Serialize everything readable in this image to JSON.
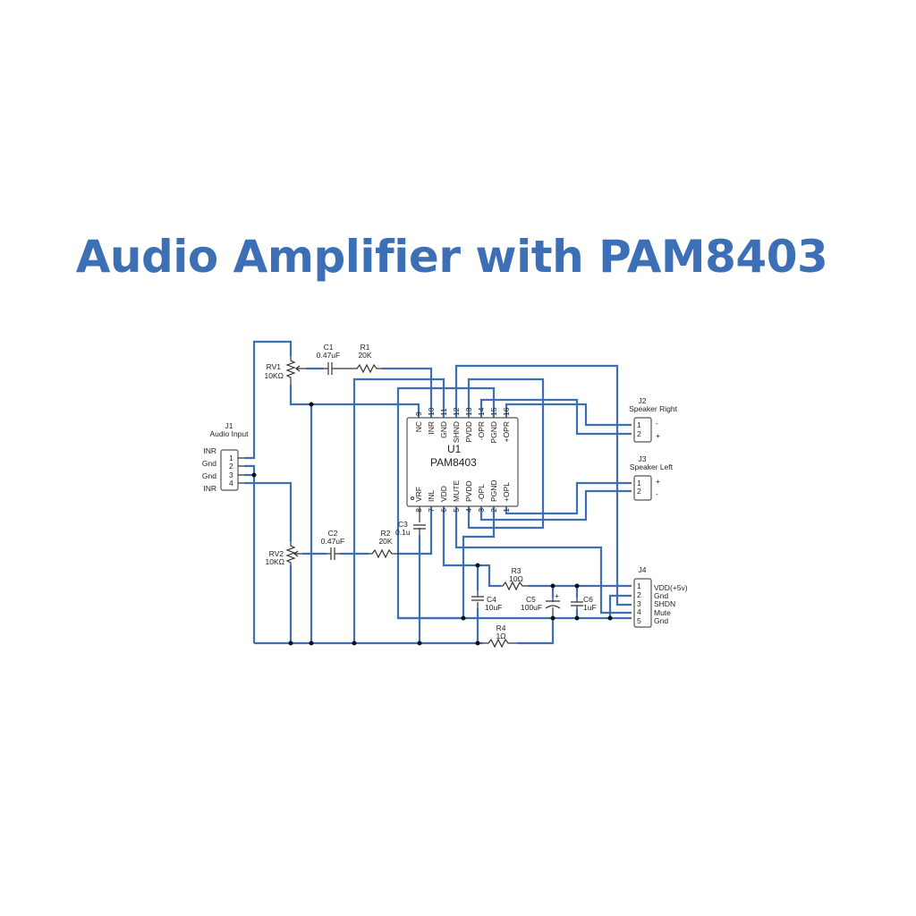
{
  "title": "Audio Amplifier with PAM8403",
  "colors": {
    "title": "#3d6fb6",
    "wire": "#3d6fb6",
    "component": "#333333"
  },
  "components": {
    "RV1": {
      "ref": "RV1",
      "value": "10KΩ"
    },
    "RV2": {
      "ref": "RV2",
      "value": "10KΩ"
    },
    "C1": {
      "ref": "C1",
      "value": "0.47uF"
    },
    "C2": {
      "ref": "C2",
      "value": "0.47uF"
    },
    "C3": {
      "ref": "C3",
      "value": "0.1u"
    },
    "C4": {
      "ref": "C4",
      "value": "10uF"
    },
    "C5": {
      "ref": "C5",
      "value": "100uF"
    },
    "C6": {
      "ref": "C6",
      "value": "1uF"
    },
    "R1": {
      "ref": "R1",
      "value": "20K"
    },
    "R2": {
      "ref": "R2",
      "value": "20K"
    },
    "R3": {
      "ref": "R3",
      "value": "10Ω"
    },
    "R4": {
      "ref": "R4",
      "value": "1Ω"
    },
    "U1": {
      "ref": "U1",
      "value": "PAM8403",
      "top_pins": [
        {
          "num": "9",
          "name": "NC"
        },
        {
          "num": "10",
          "name": "INR"
        },
        {
          "num": "11",
          "name": "GND"
        },
        {
          "num": "12",
          "name": "SHND"
        },
        {
          "num": "13",
          "name": "PVDD"
        },
        {
          "num": "14",
          "name": "-OPR"
        },
        {
          "num": "15",
          "name": "PGND"
        },
        {
          "num": "16",
          "name": "+OPR"
        }
      ],
      "bottom_pins": [
        {
          "num": "8",
          "name": "VRF"
        },
        {
          "num": "7",
          "name": "INL"
        },
        {
          "num": "6",
          "name": "VDD"
        },
        {
          "num": "5",
          "name": "MUTE"
        },
        {
          "num": "4",
          "name": "PVDD"
        },
        {
          "num": "3",
          "name": "-OPL"
        },
        {
          "num": "2",
          "name": "PGND"
        },
        {
          "num": "1",
          "name": "+OPL"
        }
      ]
    },
    "J1": {
      "ref": "J1",
      "name": "Audio Input",
      "pins": [
        {
          "num": "1",
          "label": "INR"
        },
        {
          "num": "2",
          "label": "Gnd"
        },
        {
          "num": "3",
          "label": "Gnd"
        },
        {
          "num": "4",
          "label": "INR"
        }
      ]
    },
    "J2": {
      "ref": "J2",
      "name": "Speaker Right",
      "pins": [
        {
          "num": "1",
          "label": "-"
        },
        {
          "num": "2",
          "label": "+"
        }
      ]
    },
    "J3": {
      "ref": "J3",
      "name": "Speaker Left",
      "pins": [
        {
          "num": "1",
          "label": "+"
        },
        {
          "num": "2",
          "label": "-"
        }
      ]
    },
    "J4": {
      "ref": "J4",
      "pins": [
        {
          "num": "1",
          "label": "VDD(+5v)"
        },
        {
          "num": "2",
          "label": "Gnd"
        },
        {
          "num": "3",
          "label": "SHDN"
        },
        {
          "num": "4",
          "label": "Mute"
        },
        {
          "num": "5",
          "label": "Gnd"
        }
      ]
    }
  },
  "c5_polarity": "+"
}
